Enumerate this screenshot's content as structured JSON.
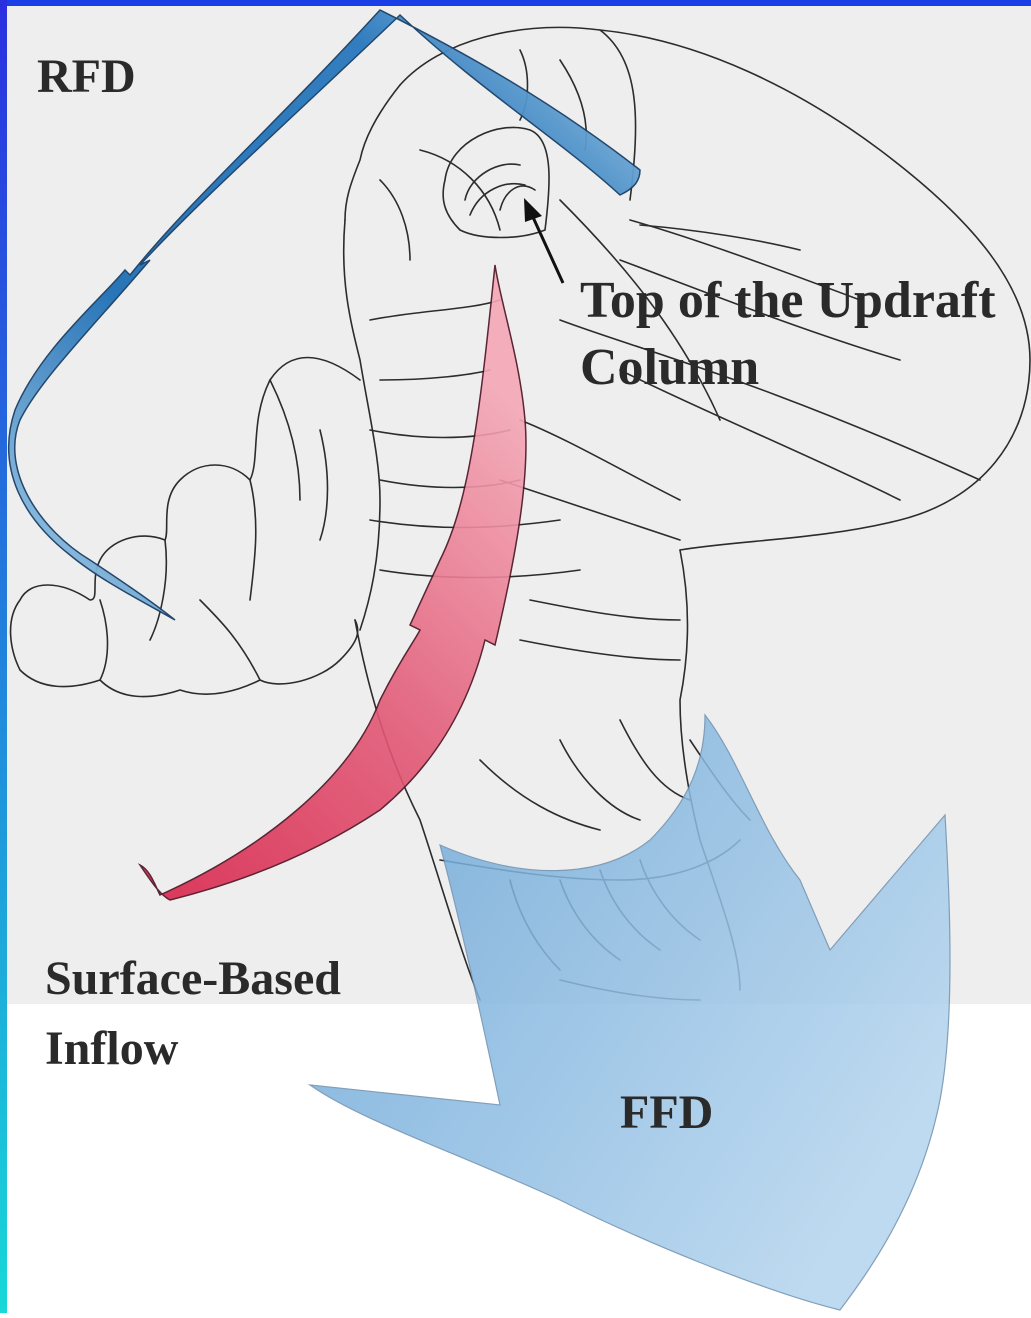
{
  "labels": {
    "rfd": "RFD",
    "top_updraft_line1": "Top of the Updraft",
    "top_updraft_line2": "Column",
    "surface_inflow_line1": "Surface-Based",
    "surface_inflow_line2": "Inflow",
    "ffd": "FFD"
  },
  "colors": {
    "border_top": "#1a3fe6",
    "border_left_top": "#2a2fe0",
    "border_left_bottom": "#18d8d8",
    "panel_background": "#eeeeee",
    "sketch_line": "#2c2c2c",
    "rfd_arrow_dark": "#1e6fb5",
    "rfd_arrow_light": "#a9cfe9",
    "inflow_arrow_dark": "#d9234a",
    "inflow_arrow_light": "#f4a7b6",
    "ffd_arrow_dark": "#1f72b8",
    "ffd_arrow_light": "#b3d4ee"
  }
}
